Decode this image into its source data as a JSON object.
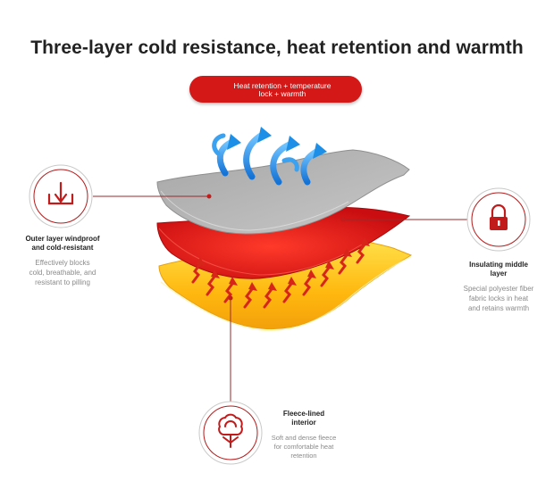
{
  "title": "Three-layer cold resistance, heat retention and warmth",
  "banner": {
    "line1": "Heat retention + temperature",
    "line2": "lock + warmth"
  },
  "outer_layer": {
    "title_line1": "Outer layer windproof",
    "title_line2": "and cold-resistant",
    "desc_line1": "Effectively blocks",
    "desc_line2": "cold, breathable, and",
    "desc_line3": "resistant to pilling",
    "icon": "arrow-down-into-cup-icon"
  },
  "middle_layer": {
    "title_line1": "Insulating middle",
    "title_line2": "layer",
    "desc_line1": "Special polyester fiber",
    "desc_line2": "fabric locks in heat",
    "desc_line3": "and retains warmth",
    "icon": "padlock-icon"
  },
  "inner_layer": {
    "title_line1": "Fleece-lined",
    "title_line2": "interior",
    "desc_line1": "Soft and dense fleece",
    "desc_line2": "for comfortable heat",
    "desc_line3": "retention",
    "icon": "cotton-flower-icon"
  },
  "colors": {
    "accent": "#d41717",
    "outer_fabric": "#b8b8b8",
    "middle_fabric": "#e01a1a",
    "inner_fabric": "#ffc21a",
    "cold_arrow": "#1e8fe6"
  }
}
